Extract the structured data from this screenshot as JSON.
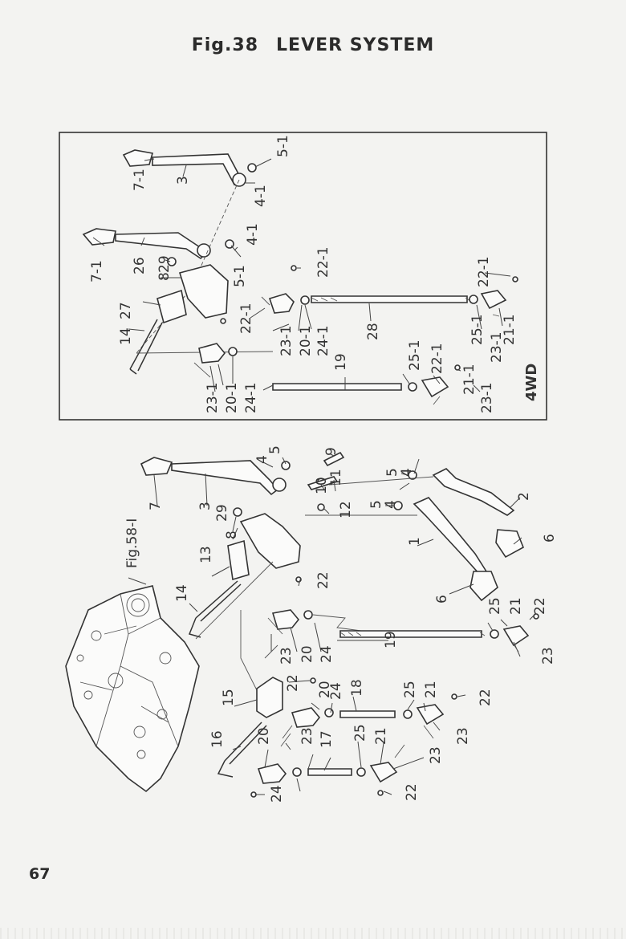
{
  "header": {
    "fig_number": "Fig.38",
    "title": "LEVER SYSTEM"
  },
  "page_number": "67",
  "inset": {
    "variant_label": "4WD",
    "labels": [
      "7-1",
      "3",
      "5-1",
      "4-1",
      "7-1",
      "26",
      "29",
      "8",
      "5-1",
      "4-1",
      "27",
      "14",
      "22-1",
      "22-1",
      "23-1",
      "20-1",
      "24-1",
      "28",
      "23-1",
      "20-1",
      "24-1",
      "19",
      "25-1",
      "22-1",
      "21-1",
      "23-1",
      "22-1",
      "25-1",
      "23-1",
      "21-1"
    ]
  },
  "main": {
    "reference_label": "Fig.58-I",
    "labels": [
      "7",
      "3",
      "5",
      "4",
      "9",
      "10",
      "11",
      "29",
      "8",
      "12",
      "13",
      "14",
      "4",
      "5",
      "4",
      "5",
      "2",
      "1",
      "6",
      "6",
      "22",
      "25",
      "21",
      "22",
      "23",
      "19",
      "24",
      "20",
      "23",
      "15",
      "22",
      "20",
      "24",
      "18",
      "25",
      "21",
      "22",
      "23",
      "16",
      "20",
      "23",
      "17",
      "25",
      "21",
      "23",
      "22",
      "24"
    ]
  }
}
